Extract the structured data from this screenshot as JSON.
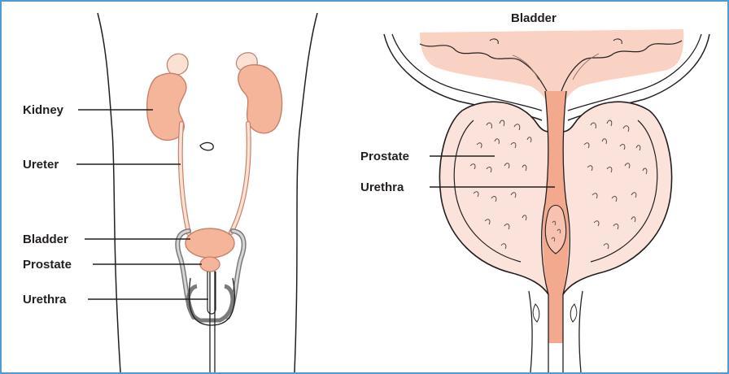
{
  "left_panel": {
    "labels": {
      "kidney": "Kidney",
      "ureter": "Ureter",
      "bladder": "Bladder",
      "prostate": "Prostate",
      "urethra": "Urethra"
    }
  },
  "right_panel": {
    "labels": {
      "bladder": "Bladder",
      "prostate": "Prostate",
      "urethra": "Urethra"
    }
  },
  "colors": {
    "frame_border": "#4f9bd2",
    "organ_fill": "#f4b59a",
    "organ_stroke": "#c9806a",
    "prostate_tissue": "#fbe3dc",
    "urethra_channel": "#f3a98d",
    "outline": "#231f20",
    "leader_line": "#231f20"
  }
}
